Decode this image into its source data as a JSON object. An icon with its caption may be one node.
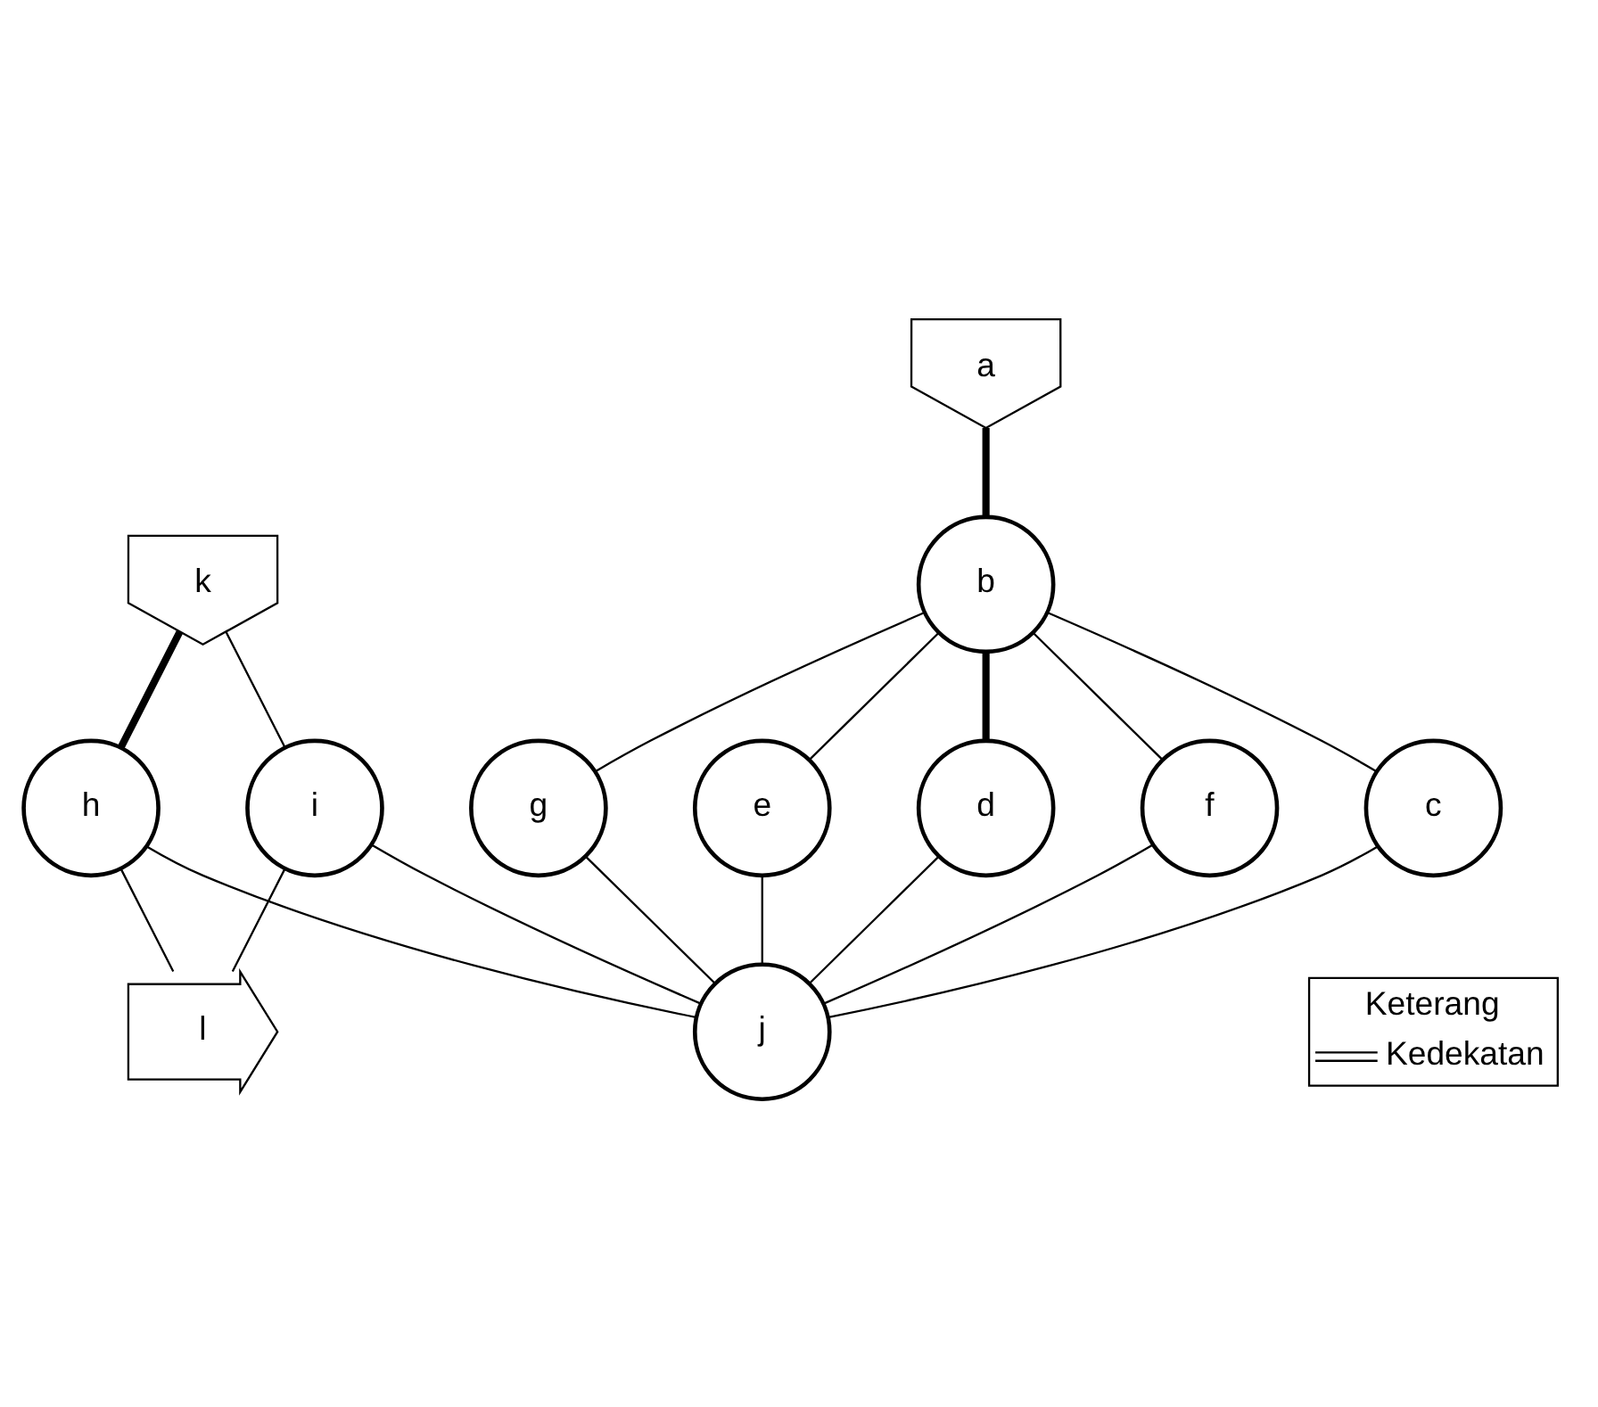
{
  "diagram": {
    "nodes": [
      {
        "text": [
          "a"
        ]
      },
      {
        "text": [
          "k"
        ]
      },
      {
        "text": [
          "e"
        ]
      },
      {
        "text": [
          "b"
        ]
      },
      {
        "text": [
          "d"
        ]
      },
      {
        "text": [
          "h"
        ]
      },
      {
        "text": [
          "i"
        ]
      },
      {
        "text": [
          "f"
        ]
      },
      {
        "text": [
          "j"
        ]
      },
      {
        "text": [
          "l"
        ]
      },
      {
        "text": [
          "g"
        ]
      },
      {
        "text": [
          "c"
        ]
      }
    ],
    "edges": [
      {
        "from": 0,
        "to": 3,
        "arrow": "none",
        "style": "thick"
      },
      {
        "from": 3,
        "to": 2,
        "arrow": "none"
      },
      {
        "from": 3,
        "to": 4,
        "arrow": "none",
        "style": "thick"
      },
      {
        "from": 3,
        "to": 7,
        "arrow": "none"
      },
      {
        "from": 3,
        "to": 10,
        "arrow": "none"
      },
      {
        "from": 3,
        "to": 11,
        "arrow": "none"
      },
      {
        "from": 2,
        "to": 8,
        "arrow": "none"
      },
      {
        "from": 4,
        "to": 8,
        "arrow": "none"
      },
      {
        "from": 7,
        "to": 8,
        "arrow": "none"
      },
      {
        "from": 10,
        "to": 8,
        "arrow": "none"
      },
      {
        "from": 11,
        "to": 8,
        "arrow": "none"
      },
      {
        "from": 5,
        "to": 8,
        "arrow": "none"
      },
      {
        "from": 6,
        "to": 8,
        "arrow": "none"
      },
      {
        "from": 1,
        "to": 5,
        "arrow": "none",
        "style": "thick"
      },
      {
        "from": 1,
        "to": 6,
        "arrow": "none"
      },
      {
        "from": 5,
        "to": 9,
        "arrow": "none"
      },
      {
        "from": 6,
        "to": 9,
        "arrow": "none"
      }
    ],
    "labels": [
      "Keterang"
    ],
    "legend": [
      {
        "text": "Kedekatan"
      }
    ]
  }
}
